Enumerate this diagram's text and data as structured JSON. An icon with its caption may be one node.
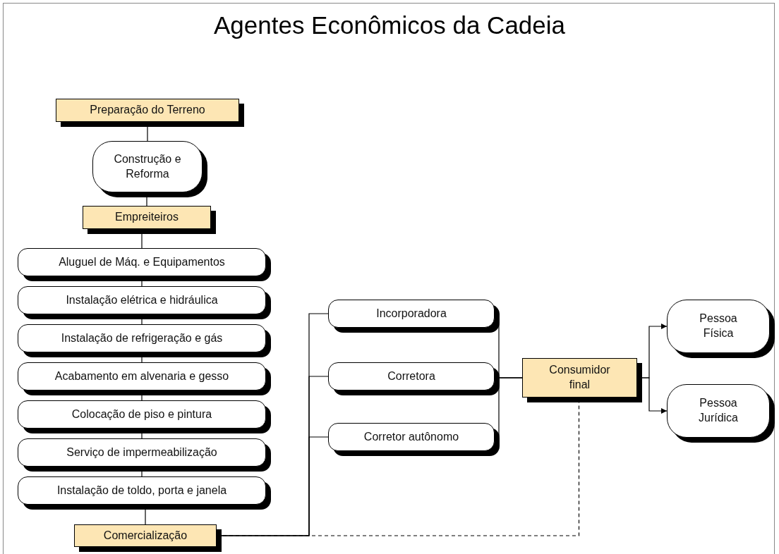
{
  "diagram": {
    "title": "Agentes Econômicos da Cadeia",
    "nodes": [
      {
        "text": [
          "Preparação do Terreno"
        ]
      },
      {
        "text": [
          "Construção e Reforma"
        ]
      },
      {
        "text": [
          "Empreiteiros"
        ]
      },
      {
        "text": [
          "Aluguel de Máq. e Equipamentos"
        ]
      },
      {
        "text": [
          "Instalação elétrica e hidráulica"
        ]
      },
      {
        "text": [
          "Instalação de refrigeração e gás"
        ]
      },
      {
        "text": [
          "Acabamento em alvenaria e gesso"
        ]
      },
      {
        "text": [
          "Colocação de piso e pintura"
        ]
      },
      {
        "text": [
          "Serviço de impermeabilização"
        ]
      },
      {
        "text": [
          "Instalação de toldo, porta e janela"
        ]
      },
      {
        "text": [
          "Comercialização"
        ]
      },
      {
        "text": [
          "Incorporadora"
        ]
      },
      {
        "text": [
          "Corretora"
        ]
      },
      {
        "text": [
          "Corretor autônomo"
        ]
      },
      {
        "text": [
          "Consumidor final"
        ]
      },
      {
        "text": [
          "Pessoa Física"
        ]
      },
      {
        "text": [
          "Pessoa Jurídica"
        ]
      }
    ],
    "edges": [
      {
        "from": 0,
        "to": 1,
        "arrow": "none"
      },
      {
        "from": 1,
        "to": 2,
        "arrow": "none"
      },
      {
        "from": 2,
        "to": 3,
        "arrow": "none"
      },
      {
        "from": 3,
        "to": 4,
        "arrow": "none"
      },
      {
        "from": 4,
        "to": 5,
        "arrow": "none"
      },
      {
        "from": 5,
        "to": 6,
        "arrow": "none"
      },
      {
        "from": 6,
        "to": 7,
        "arrow": "none"
      },
      {
        "from": 7,
        "to": 8,
        "arrow": "none"
      },
      {
        "from": 8,
        "to": 9,
        "arrow": "none"
      },
      {
        "from": 9,
        "to": 10,
        "arrow": "none"
      },
      {
        "from": 10,
        "to": 11,
        "arrow": "none"
      },
      {
        "from": 10,
        "to": 12,
        "arrow": "none"
      },
      {
        "from": 10,
        "to": 13,
        "arrow": "none"
      },
      {
        "from": 11,
        "to": 14,
        "arrow": "none"
      },
      {
        "from": 12,
        "to": 14,
        "arrow": "none"
      },
      {
        "from": 13,
        "to": 14,
        "arrow": "none"
      },
      {
        "from": 14,
        "to": 15,
        "arrow": "to"
      },
      {
        "from": 14,
        "to": 16,
        "arrow": "to"
      },
      {
        "from": 10,
        "to": 14,
        "arrow": "to",
        "style": "dashed"
      }
    ]
  }
}
